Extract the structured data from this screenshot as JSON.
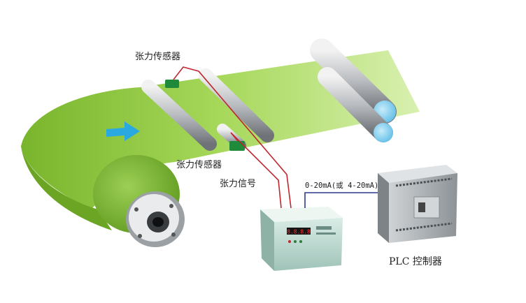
{
  "labels": {
    "sensor_top": "张力传感器",
    "sensor_bottom": "张力传感器",
    "tension_signal": "张力信号",
    "current_signal": "0-20mA(或 4-20mA)",
    "plc": "PLC 控制器"
  },
  "controller_display": "8.8.8.8",
  "colors": {
    "web": "#8fc93a",
    "signal_wire": "#c0262e",
    "plc_wire": "#2d3a8c",
    "arrow": "#29a9e0",
    "sensor": "#1f8a3a"
  }
}
